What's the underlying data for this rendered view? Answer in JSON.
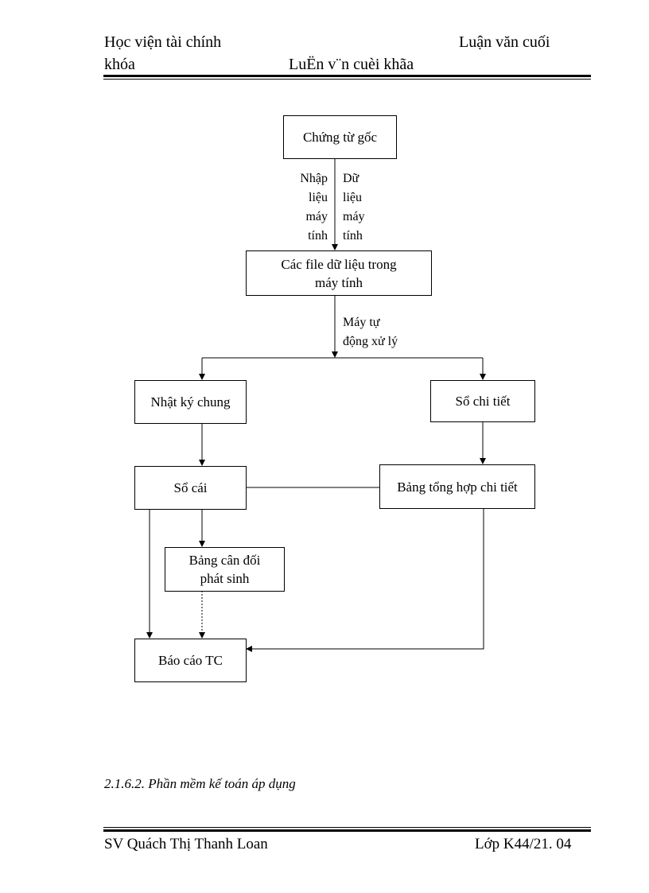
{
  "header": {
    "left_line1": "Học viện tài chính",
    "right_line1": "Luận văn cuối",
    "left_line2": "khóa",
    "center_line2": "LuËn v¨n cuèi khãa"
  },
  "flowchart": {
    "source": "Chứng từ gốc",
    "input_label": [
      "Nhập",
      "liệu",
      "máy",
      "tính"
    ],
    "data_label": [
      "Dữ",
      "liệu",
      "máy",
      "tính"
    ],
    "data_files": [
      "Các file dữ liệu trong",
      "máy tính"
    ],
    "auto_label": [
      "Máy tự",
      "động xử lý"
    ],
    "journal": "Nhật ký chung",
    "detail_ledger": "Sổ chi tiết",
    "general_ledger": "Sổ cái",
    "detail_summary": "Bảng tổng hợp chi tiết",
    "trial_balance": [
      "Bảng cân đối",
      "phát sinh"
    ],
    "report": "Báo cáo TC"
  },
  "caption": "2.1.6.2. Phần mềm kế toán áp dụng",
  "footer": {
    "left": "SV Quách Thị Thanh Loan",
    "right": "Lớp K44/21. 04"
  }
}
